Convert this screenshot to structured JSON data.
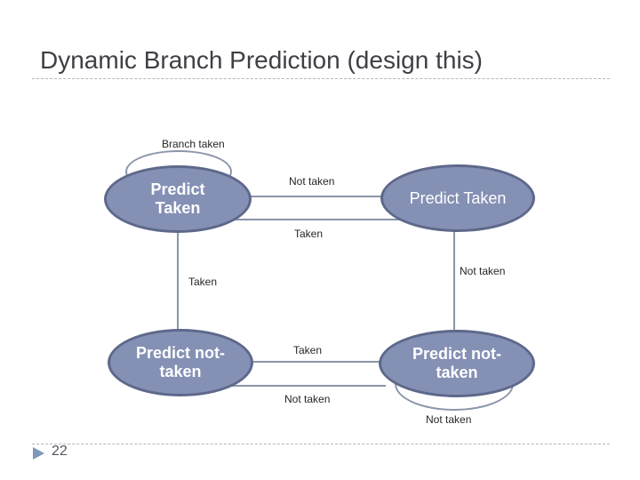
{
  "slide": {
    "title": "Dynamic Branch Prediction (design this)",
    "page_number": "22"
  },
  "colors": {
    "ellipse_fill": "#8490b4",
    "ellipse_border": "#5d688a",
    "connector": "#8b95aa",
    "title_text": "#3f4045",
    "label_text": "#26262a",
    "state_text": "#ffffff",
    "page_triangle": "#7e97ba"
  },
  "diagram": {
    "type": "state-machine",
    "states": {
      "top_left": {
        "line1": "Predict",
        "line2": "Taken"
      },
      "top_right": {
        "line1": "Predict Taken",
        "line2": ""
      },
      "bottom_left": {
        "line1": "Predict not-",
        "line2": "taken"
      },
      "bottom_right": {
        "line1": "Predict not-",
        "line2": "taken"
      }
    },
    "labels": {
      "self_loop_top": "Branch taken",
      "top_upper": "Not taken",
      "top_lower": "Taken",
      "left_vertical": "Taken",
      "right_vertical": "Not taken",
      "bottom_upper": "Taken",
      "bottom_lower": "Not taken",
      "self_loop_bottom": "Not taken"
    }
  }
}
